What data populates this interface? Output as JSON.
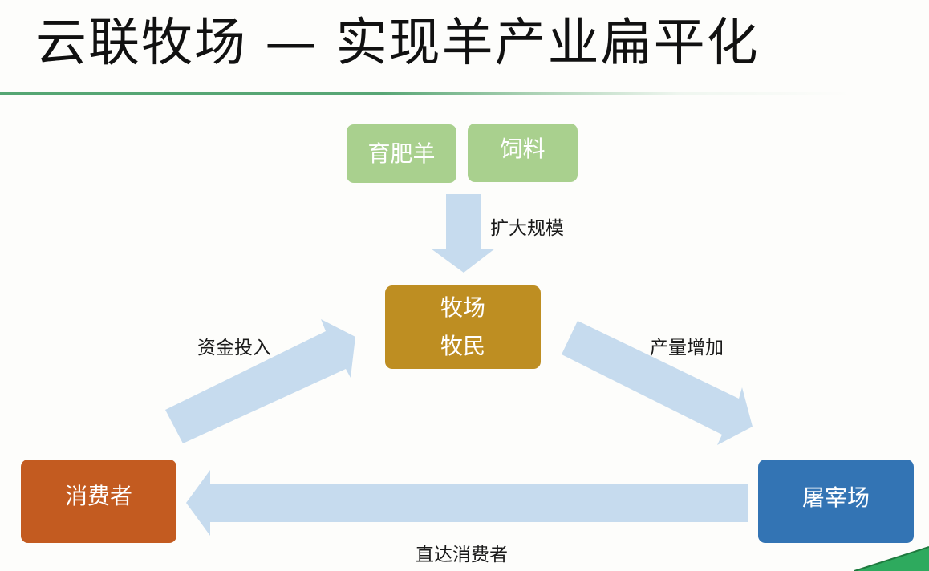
{
  "slide": {
    "title": "云联牧场 — 实现羊产业扁平化"
  },
  "nodes": {
    "fattening_sheep": "育肥羊",
    "feed": "饲料",
    "farm": [
      "牧场",
      "牧民"
    ],
    "consumer": "消费者",
    "slaughterhouse": "屠宰场"
  },
  "edges": {
    "scale_up": "扩大规模",
    "capital_input": "资金投入",
    "output_increase": "产量增加",
    "direct_to_consumer": "直达消费者"
  },
  "colors": {
    "green_box": "#a9d08e",
    "gold_box": "#be8e22",
    "orange_box": "#c35b20",
    "blue_box": "#3374b4",
    "arrow": "#c6dbee",
    "accent_green": "#2eaa5e"
  }
}
